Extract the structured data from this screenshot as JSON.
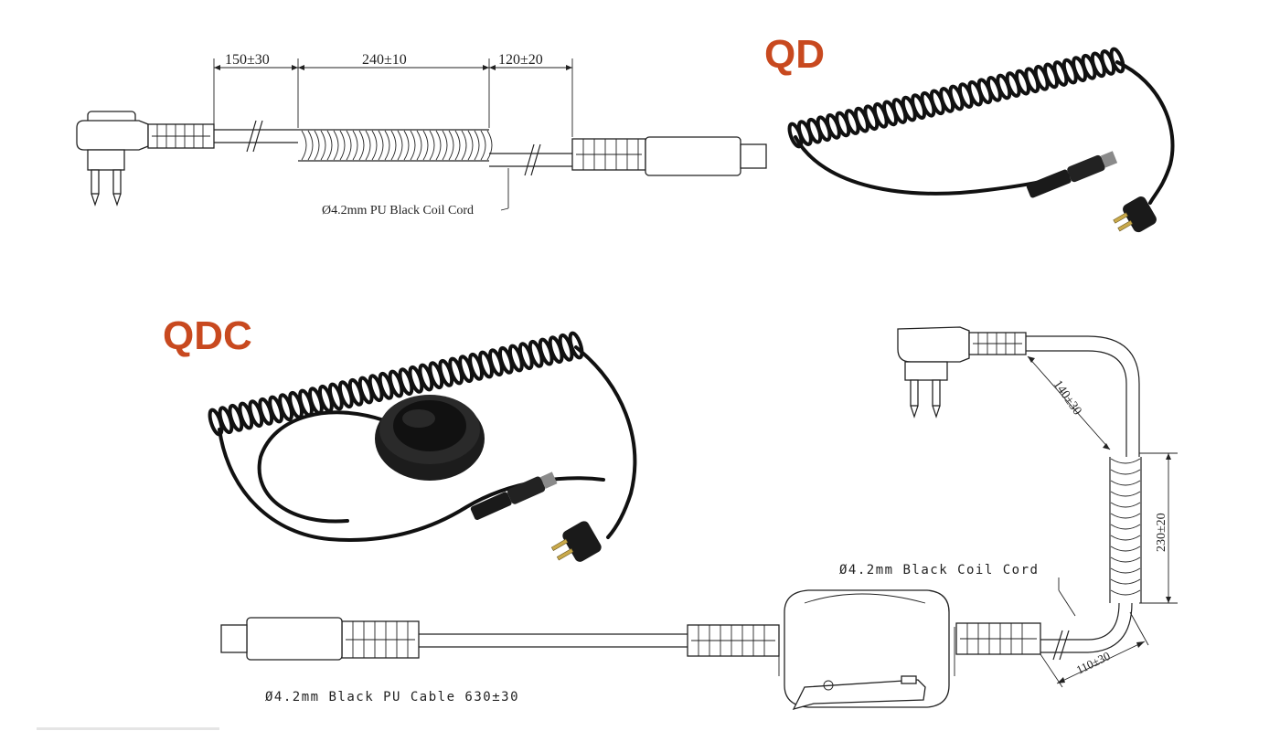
{
  "models": {
    "qd": "QD",
    "qdc": "QDC"
  },
  "qd_drawing": {
    "dim_1": "150±30",
    "dim_2": "240±10",
    "dim_3": "120±20",
    "cord_label": "Ø4.2mm PU Black Coil Cord"
  },
  "qdc_drawing": {
    "dim_vertical_straight": "140±30",
    "dim_coil": "230±20",
    "dim_bottom": "110±30",
    "coil_label": "Ø4.2mm Black Coil Cord",
    "cable_label": "Ø4.2mm Black PU Cable 630±30"
  },
  "colors": {
    "title_accent": "#c8491f",
    "cable": "#111111",
    "line": "#222222",
    "pin": "#c9a94a"
  },
  "icons": {
    "radio_connector": "two-pin-radio-plug-icon",
    "headset_connector": "mini-xlr-plug-icon",
    "ptt": "ptt-button-icon"
  }
}
